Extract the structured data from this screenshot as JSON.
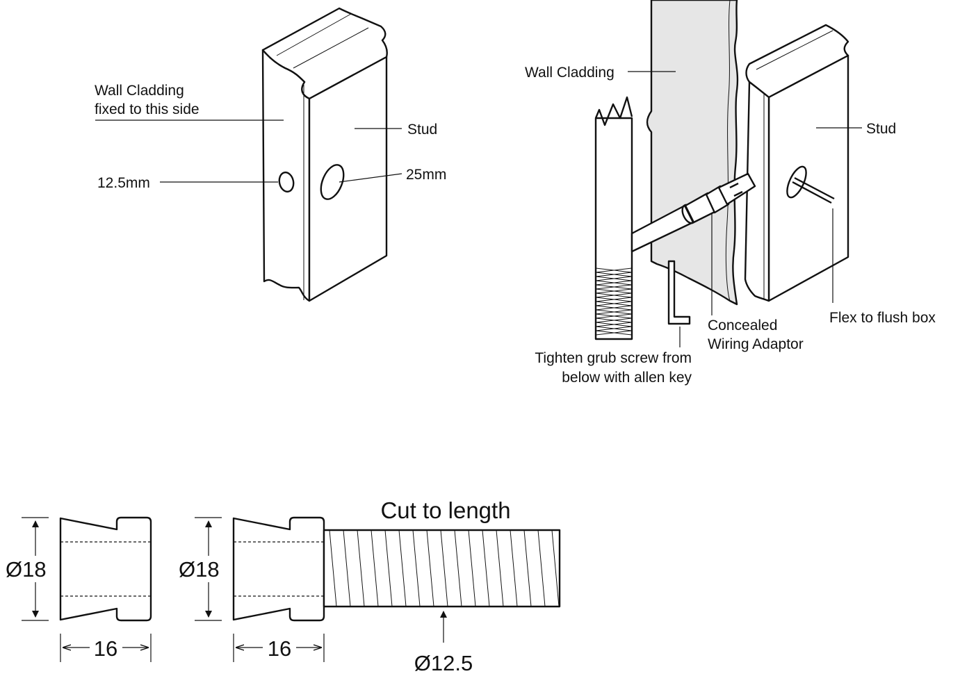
{
  "left_diagram": {
    "wall_cladding_line1": "Wall Cladding",
    "wall_cladding_line2": "fixed to this side",
    "stud_label": "Stud",
    "hole_small_label": "12.5mm",
    "hole_large_label": "25mm"
  },
  "right_diagram": {
    "wall_cladding_label": "Wall Cladding",
    "stud_label": "Stud",
    "flex_label": "Flex to flush box",
    "adaptor_line1": "Concealed",
    "adaptor_line2": "Wiring Adaptor",
    "grub_line1": "Tighten grub screw from",
    "grub_line2": "below with allen key"
  },
  "dimensions": {
    "adaptor_a": {
      "diameter": "Ø18",
      "length": "16"
    },
    "adaptor_b": {
      "diameter": "Ø18",
      "length": "16"
    },
    "thread_diameter": "Ø12.5",
    "cut_label": "Cut to length"
  }
}
